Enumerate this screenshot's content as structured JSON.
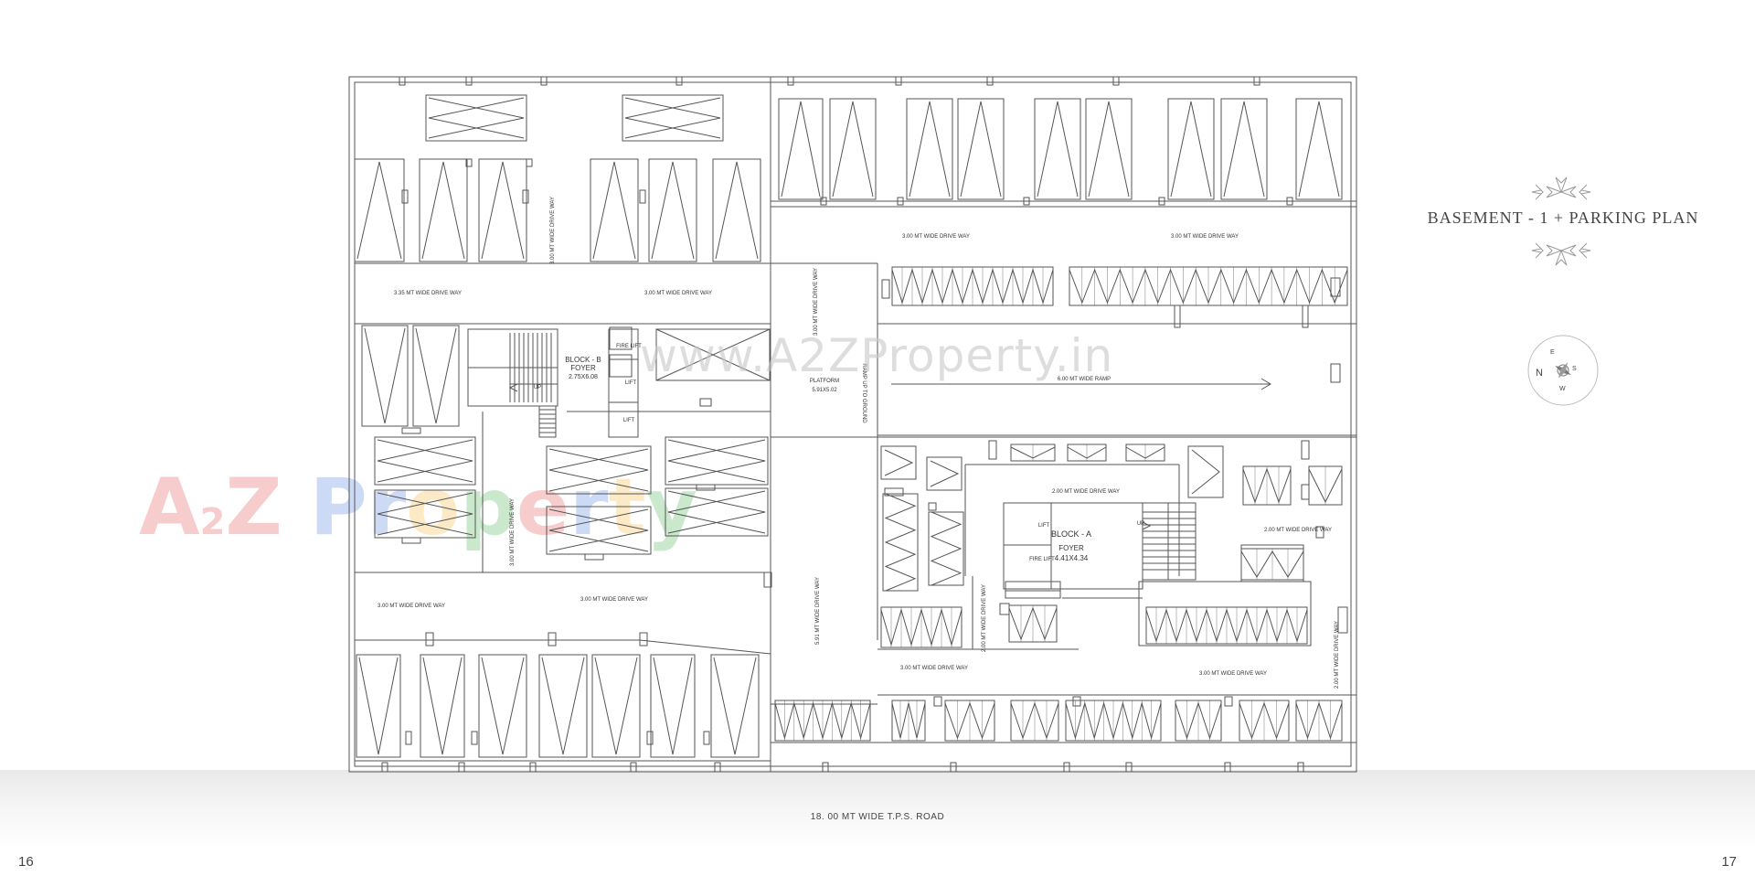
{
  "title": "BASEMENT - 1 + PARKING PLAN",
  "pages": {
    "left": "16",
    "right": "17"
  },
  "road": "18. 00 MT WIDE T.P.S. ROAD",
  "watermark": {
    "logo_chars": [
      "A",
      "2",
      "Z",
      " ",
      "P",
      "r",
      "o",
      "p",
      "e",
      "r",
      "t",
      "y"
    ],
    "url": "www.A2ZProperty.in"
  },
  "compass": {
    "n": "N",
    "e": "E",
    "s": "S",
    "w": "W"
  },
  "labels": {
    "dw_300_top_a": "3.00 MT  WIDE DRIVE WAY",
    "dw_300_top_b": "3.00 MT  WIDE DRIVE WAY",
    "dw_335": "3.35 MT  WIDE DRIVE WAY",
    "dw_300_mid": "3.00 MT  WIDE DRIVE WAY",
    "dw_300_vert_b": "3.00 MT  WIDE DRIVE WAY",
    "dw_300_vert_center": "3.00 MT  WIDE DRIVE WAY",
    "dw_300_vert_left": "3.00 MT  WIDE DRIVE WAY",
    "ramp_up": "RAMP UP TO GROUND",
    "ramp_6": "6.00 MT WIDE RAMP",
    "platform": "PLATFORM",
    "platform_size": "5.91X5.02",
    "block_b": "BLOCK - B",
    "foyer_b": "FOYER",
    "foyer_b_size": "2.75X6.08",
    "up_b": "UP",
    "fire_lift_b": "FIRE LIFT",
    "lift_b1": "LIFT",
    "lift_b2": "LIFT",
    "block_a": "BLOCK - A",
    "foyer_a": "FOYER",
    "foyer_a_size": "4.41X4.34",
    "up_a": "UP",
    "lift_a": "LIFT",
    "fire_lift_a": "FIRE LIFT",
    "dw_200_a": "2.00 MT  WIDE DRIVE WAY",
    "dw_200_b": "2.00 MT  WIDE DRIVE WAY",
    "dw_200_vert_a": "2.00 MT  WIDE DRIVE WAY",
    "dw_200_vert_b": "2.00 MT  WIDE DRIVE WAY",
    "dw_300_bl": "3.00 MT  WIDE DRIVE WAY",
    "dw_300_bm": "3.00 MT  WIDE DRIVE WAY",
    "dw_591": "5.91 MT  WIDE DRIVE WAY",
    "dw_300_br1": "3.00 MT  WIDE DRIVE WAY",
    "dw_300_br2": "3.00 MT  WIDE DRIVE WAY"
  }
}
